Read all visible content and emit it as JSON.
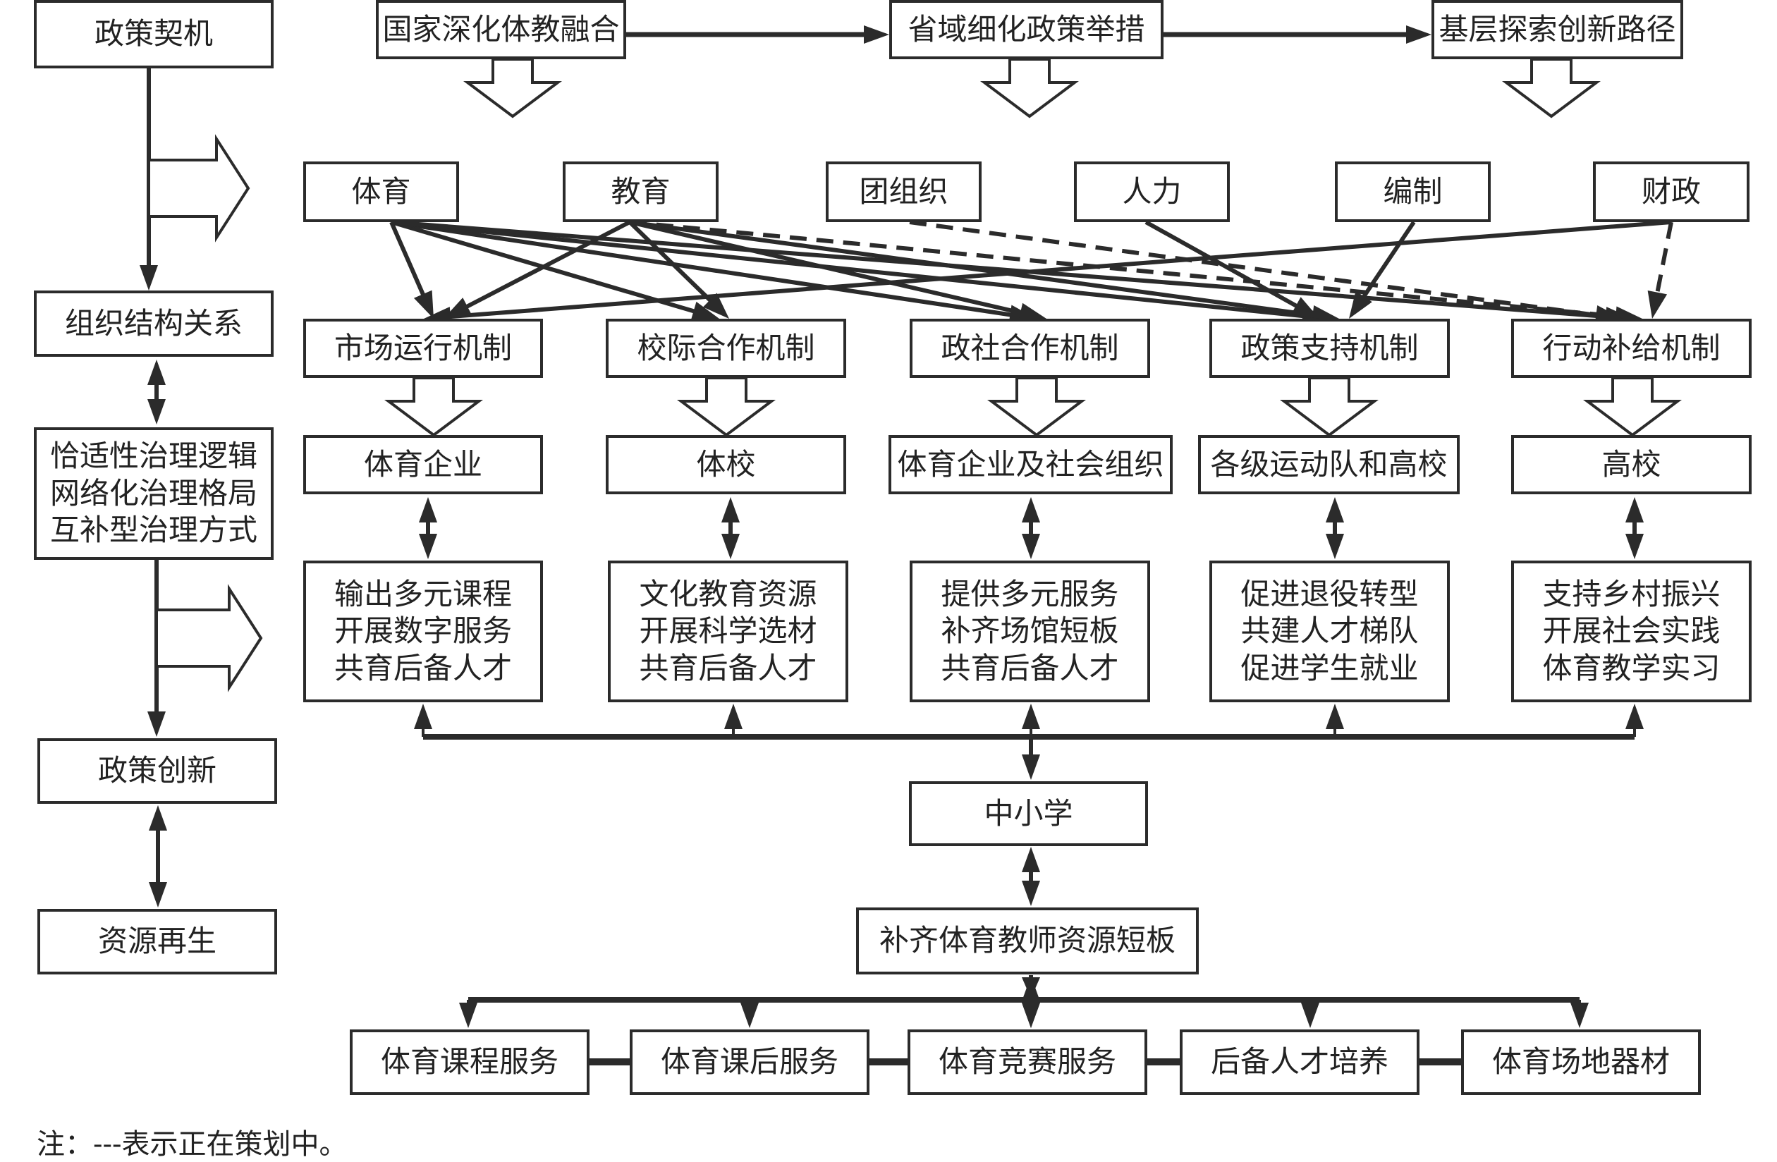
{
  "left_column": {
    "policy_opportunity": "政策契机",
    "org_structure": "组织结构关系",
    "governance_lines": [
      "恰适性治理逻辑",
      "网络化治理格局",
      "互补型治理方式"
    ],
    "policy_innovation": "政策创新",
    "resource_regeneration": "资源再生"
  },
  "policy_levels": [
    {
      "label": "国家深化体教融合"
    },
    {
      "label": "省域细化政策举措"
    },
    {
      "label": "基层探索创新路径"
    }
  ],
  "departments": [
    {
      "label": "体育"
    },
    {
      "label": "教育"
    },
    {
      "label": "团组织"
    },
    {
      "label": "人力"
    },
    {
      "label": "编制"
    },
    {
      "label": "财政"
    }
  ],
  "mechanisms": [
    {
      "label": "市场运行机制"
    },
    {
      "label": "校际合作机制"
    },
    {
      "label": "政社合作机制"
    },
    {
      "label": "政策支持机制"
    },
    {
      "label": "行动补给机制"
    }
  ],
  "entities": [
    {
      "label": "体育企业"
    },
    {
      "label": "体校"
    },
    {
      "label": "体育企业及社会组织"
    },
    {
      "label": "各级运动队和高校"
    },
    {
      "label": "高校"
    }
  ],
  "functions": [
    {
      "lines": [
        "输出多元课程",
        "开展数字服务",
        "共育后备人才"
      ]
    },
    {
      "lines": [
        "文化教育资源",
        "开展科学选材",
        "共育后备人才"
      ]
    },
    {
      "lines": [
        "提供多元服务",
        "补齐场馆短板",
        "共育后备人才"
      ]
    },
    {
      "lines": [
        "促进退役转型",
        "共建人才梯队",
        "促进学生就业"
      ]
    },
    {
      "lines": [
        "支持乡村振兴",
        "开展社会实践",
        "体育教学实习"
      ]
    }
  ],
  "schools": "中小学",
  "teacher_gap": "补齐体育教师资源短板",
  "services": [
    {
      "label": "体育课程服务"
    },
    {
      "label": "体育课后服务"
    },
    {
      "label": "体育竞赛服务"
    },
    {
      "label": "后备人才培养"
    },
    {
      "label": "体育场地器材"
    }
  ],
  "edges": [
    {
      "from": "体育",
      "to": "市场运行机制",
      "style": "solid"
    },
    {
      "from": "体育",
      "to": "校际合作机制",
      "style": "solid"
    },
    {
      "from": "体育",
      "to": "政社合作机制",
      "style": "solid"
    },
    {
      "from": "体育",
      "to": "政策支持机制",
      "style": "solid"
    },
    {
      "from": "体育",
      "to": "行动补给机制",
      "style": "solid"
    },
    {
      "from": "教育",
      "to": "市场运行机制",
      "style": "solid"
    },
    {
      "from": "教育",
      "to": "校际合作机制",
      "style": "solid"
    },
    {
      "from": "教育",
      "to": "政社合作机制",
      "style": "solid"
    },
    {
      "from": "教育",
      "to": "政策支持机制",
      "style": "solid"
    },
    {
      "from": "教育",
      "to": "行动补给机制",
      "style": "dashed"
    },
    {
      "from": "团组织",
      "to": "行动补给机制",
      "style": "dashed"
    },
    {
      "from": "人力",
      "to": "政策支持机制",
      "style": "solid"
    },
    {
      "from": "编制",
      "to": "政策支持机制",
      "style": "solid"
    },
    {
      "from": "财政",
      "to": "市场运行机制",
      "style": "solid"
    },
    {
      "from": "财政",
      "to": "行动补给机制",
      "style": "dashed"
    }
  ],
  "note": "注：---表示正在策划中。"
}
